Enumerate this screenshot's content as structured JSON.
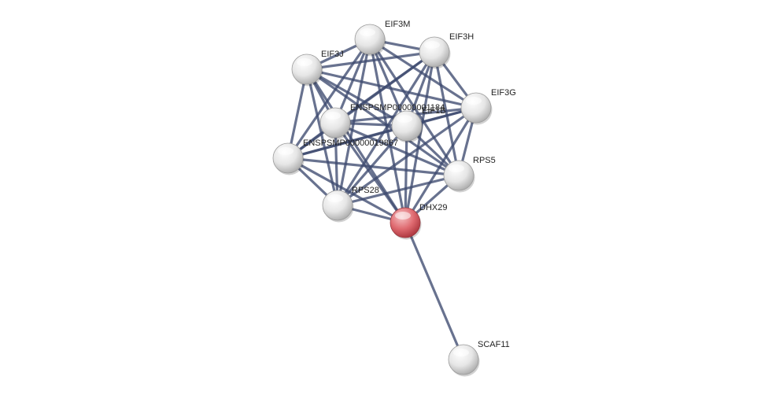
{
  "network": {
    "colors": {
      "edge": "#3e4a70",
      "node": "#e4e4e4",
      "query_node": "#d9575e",
      "label": "#222222"
    },
    "nodes": [
      {
        "id": "EIF3M",
        "label": "EIF3M",
        "query": false
      },
      {
        "id": "EIF3H",
        "label": "EIF3H",
        "query": false
      },
      {
        "id": "EIF3J",
        "label": "EIF3J",
        "query": false
      },
      {
        "id": "EIF3G",
        "label": "EIF3G",
        "query": false
      },
      {
        "id": "ENSPSMP_A",
        "label": "ENSPSMP00000001184",
        "query": false
      },
      {
        "id": "EIF1B",
        "label": "EIF1B",
        "query": false
      },
      {
        "id": "ENSPSMP_B",
        "label": "ENSPSMP00000019867",
        "query": false
      },
      {
        "id": "RPS5",
        "label": "RPS5",
        "query": false
      },
      {
        "id": "RPS28",
        "label": "RPS28",
        "query": false
      },
      {
        "id": "DHX29",
        "label": "DHX29",
        "query": true
      },
      {
        "id": "SCAF11",
        "label": "SCAF11",
        "query": false
      }
    ],
    "edges": [
      [
        "EIF3M",
        "EIF3H"
      ],
      [
        "EIF3M",
        "EIF3J"
      ],
      [
        "EIF3M",
        "EIF3G"
      ],
      [
        "EIF3M",
        "ENSPSMP_A"
      ],
      [
        "EIF3M",
        "EIF1B"
      ],
      [
        "EIF3M",
        "ENSPSMP_B"
      ],
      [
        "EIF3M",
        "RPS5"
      ],
      [
        "EIF3M",
        "RPS28"
      ],
      [
        "EIF3M",
        "DHX29"
      ],
      [
        "EIF3H",
        "EIF3J"
      ],
      [
        "EIF3H",
        "EIF3G"
      ],
      [
        "EIF3H",
        "ENSPSMP_A"
      ],
      [
        "EIF3H",
        "EIF1B"
      ],
      [
        "EIF3H",
        "ENSPSMP_B"
      ],
      [
        "EIF3H",
        "RPS5"
      ],
      [
        "EIF3H",
        "RPS28"
      ],
      [
        "EIF3H",
        "DHX29"
      ],
      [
        "EIF3J",
        "EIF3G"
      ],
      [
        "EIF3J",
        "ENSPSMP_A"
      ],
      [
        "EIF3J",
        "EIF1B"
      ],
      [
        "EIF3J",
        "ENSPSMP_B"
      ],
      [
        "EIF3J",
        "RPS5"
      ],
      [
        "EIF3J",
        "RPS28"
      ],
      [
        "EIF3J",
        "DHX29"
      ],
      [
        "EIF3G",
        "ENSPSMP_A"
      ],
      [
        "EIF3G",
        "EIF1B"
      ],
      [
        "EIF3G",
        "ENSPSMP_B"
      ],
      [
        "EIF3G",
        "RPS5"
      ],
      [
        "EIF3G",
        "RPS28"
      ],
      [
        "EIF3G",
        "DHX29"
      ],
      [
        "ENSPSMP_A",
        "EIF1B"
      ],
      [
        "ENSPSMP_A",
        "ENSPSMP_B"
      ],
      [
        "ENSPSMP_A",
        "RPS5"
      ],
      [
        "ENSPSMP_A",
        "RPS28"
      ],
      [
        "ENSPSMP_A",
        "DHX29"
      ],
      [
        "EIF1B",
        "ENSPSMP_B"
      ],
      [
        "EIF1B",
        "RPS5"
      ],
      [
        "EIF1B",
        "RPS28"
      ],
      [
        "EIF1B",
        "DHX29"
      ],
      [
        "ENSPSMP_B",
        "RPS5"
      ],
      [
        "ENSPSMP_B",
        "RPS28"
      ],
      [
        "ENSPSMP_B",
        "DHX29"
      ],
      [
        "RPS5",
        "RPS28"
      ],
      [
        "RPS5",
        "DHX29"
      ],
      [
        "RPS28",
        "DHX29"
      ],
      [
        "DHX29",
        "SCAF11"
      ]
    ]
  }
}
